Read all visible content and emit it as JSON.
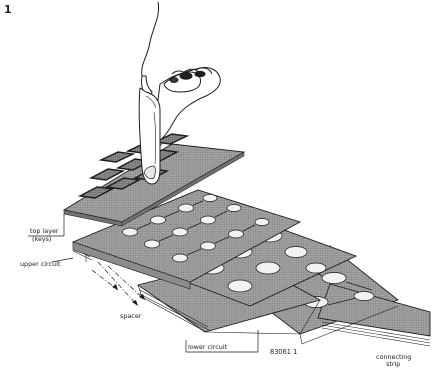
{
  "figure": {
    "number": "1",
    "code": "83061 1"
  },
  "labels": {
    "top_layer": "top layer",
    "top_layer_sub": "(keys)",
    "upper_circuit": "upper circuit",
    "spacer": "spacer",
    "lower_circuit": "lower circuit",
    "connecting_strip": "connecting",
    "connecting_strip_sub": "strip"
  },
  "key_count": 9,
  "colors": {
    "ink": "#1e1e1e",
    "sheet_fill": "#9a9a9a",
    "key_fill": "#6f6f6f",
    "hole_fill": "#f2f2f2",
    "paper": "#ffffff"
  },
  "icons": {
    "hand": "pointing-hand-icon"
  }
}
